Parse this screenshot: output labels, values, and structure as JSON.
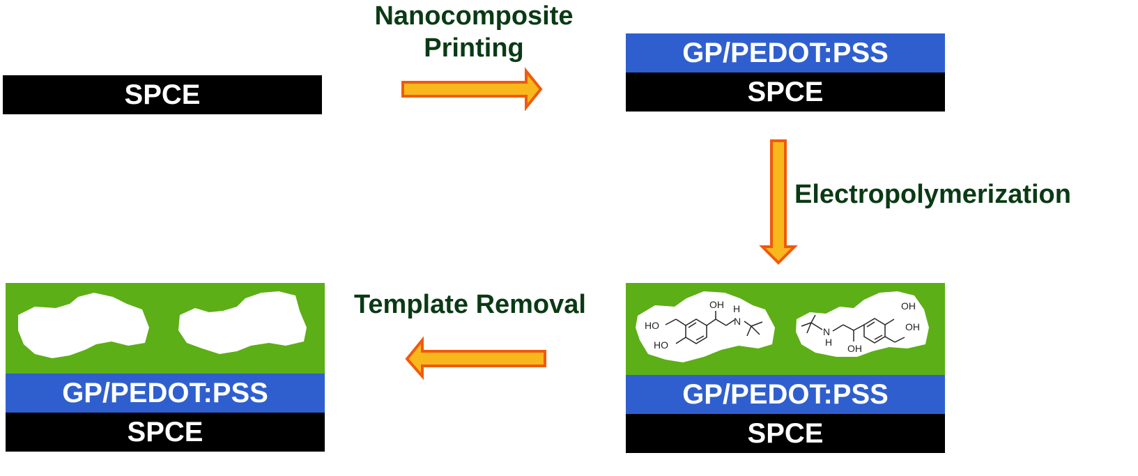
{
  "colors": {
    "spce": "#000000",
    "gp_pedot_pss": "#2f5fcf",
    "mip_layer": "#5caf16",
    "arrow_fill": "#f8b81c",
    "arrow_outline": "#ef5a0e",
    "label_text": "#0a3a14"
  },
  "stage1": {
    "spce": "SPCE"
  },
  "step1": {
    "line1": "Nanocomposite",
    "line2": "Printing"
  },
  "stage2": {
    "coating": "GP/PEDOT:PSS",
    "spce": "SPCE"
  },
  "step2": {
    "label": "Electropolymerization"
  },
  "stage3": {
    "coating": "GP/PEDOT:PSS",
    "spce": "SPCE",
    "molecule_labels": {
      "left": {
        "oh_top": "OH",
        "nh_h": "H",
        "nh_n": "N",
        "ho_side": "HO",
        "ho_ring": "HO"
      },
      "right": {
        "nh_n": "N",
        "nh_h": "H",
        "oh_bottom": "OH",
        "oh_ring": "OH",
        "oh_side": "OH"
      }
    }
  },
  "step3": {
    "label": "Template Removal"
  },
  "stage4": {
    "coating": "GP/PEDOT:PSS",
    "spce": "SPCE"
  }
}
